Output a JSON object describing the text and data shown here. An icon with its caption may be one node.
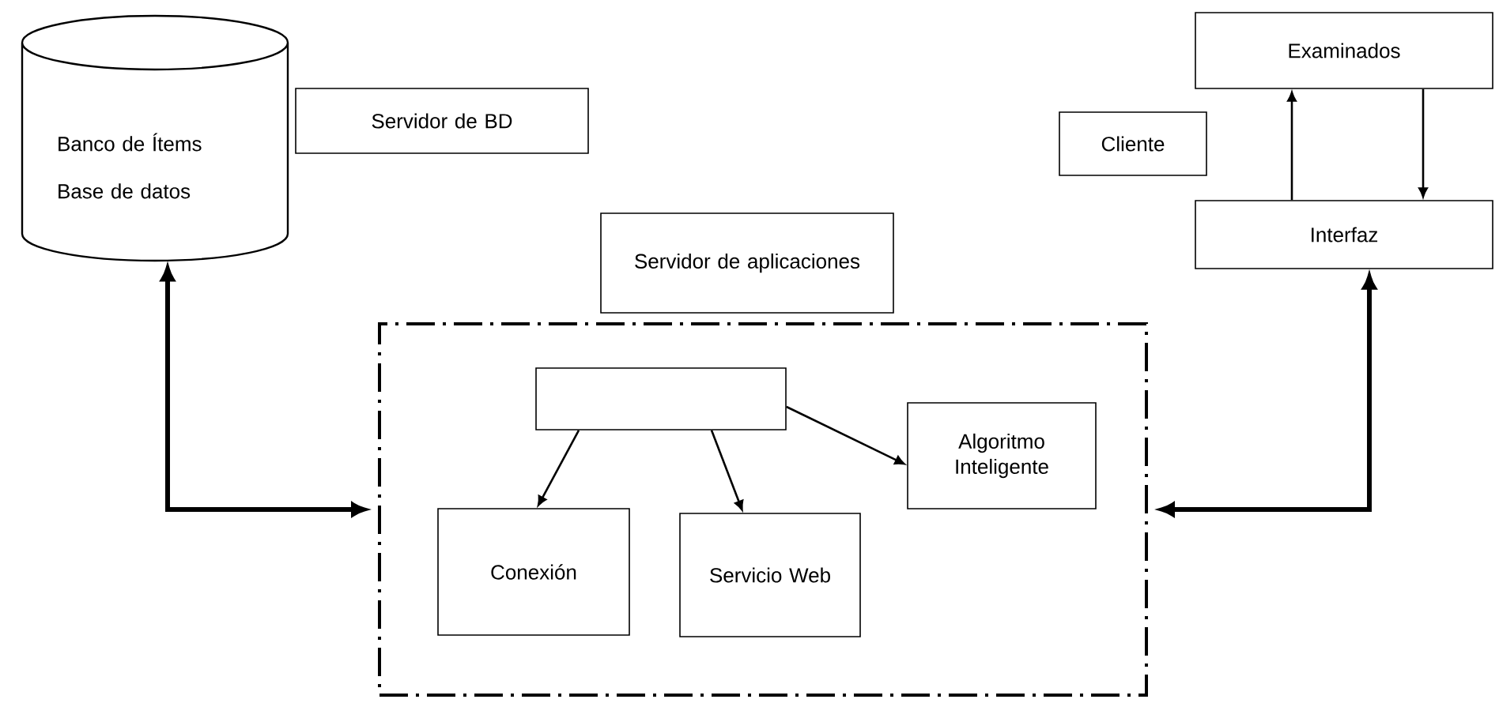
{
  "diagram": {
    "nodes": [
      {
        "text": [
          "Banco de Ítems",
          "Base de datos"
        ]
      },
      {
        "text": [
          "Servidor de BD"
        ]
      },
      {
        "text": [
          "Servidor de aplicaciones"
        ]
      },
      {
        "text": [],
        "shape": "box"
      },
      {
        "text": [],
        "shape": "box",
        "in": 3
      },
      {
        "text": [
          "Conexión"
        ],
        "in": 3
      },
      {
        "text": [
          "Servicio Web"
        ],
        "in": 3
      },
      {
        "text": [
          "Algoritmo Inteligente"
        ],
        "in": 3
      },
      {
        "text": [
          "Examinados"
        ]
      },
      {
        "text": [
          "Cliente"
        ]
      },
      {
        "text": [
          "Interfaz"
        ]
      }
    ],
    "edges": [
      {
        "from": 0,
        "to": 3,
        "arrow": "both",
        "style": "thick"
      },
      {
        "from": 4,
        "to": 5,
        "arrow": "to"
      },
      {
        "from": 4,
        "to": 6,
        "arrow": "to"
      },
      {
        "from": 4,
        "to": 7,
        "arrow": "to"
      },
      {
        "from": 10,
        "to": 8,
        "arrow": "to"
      },
      {
        "from": 8,
        "to": 10,
        "arrow": "to"
      },
      {
        "from": 3,
        "to": 10,
        "arrow": "both",
        "style": "thick"
      }
    ]
  }
}
